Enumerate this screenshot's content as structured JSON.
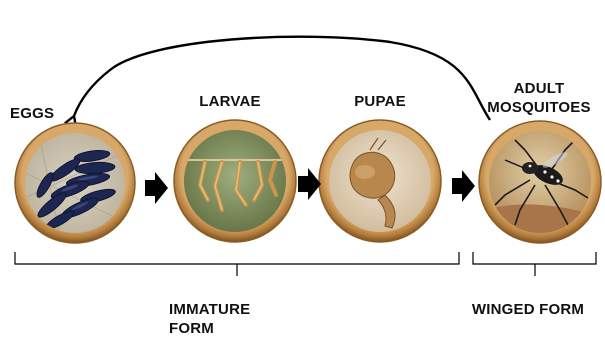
{
  "stages": [
    {
      "label": "EGGS",
      "icon": "eggs-photo"
    },
    {
      "label": "LARVAE",
      "icon": "larvae-photo"
    },
    {
      "label": "PUPAE",
      "icon": "pupa-photo"
    },
    {
      "label": "ADULT",
      "label2": "MOSQUITOES",
      "icon": "mosquito-photo"
    }
  ],
  "groups": {
    "immature_line1": "IMMATURE",
    "immature_line2": "FORM",
    "winged": "WINGED FORM"
  },
  "colors": {
    "ring_outer": "#9a6a2e",
    "ring_inner": "#e7c48f",
    "arrow": "#000000",
    "text": "#111111"
  }
}
